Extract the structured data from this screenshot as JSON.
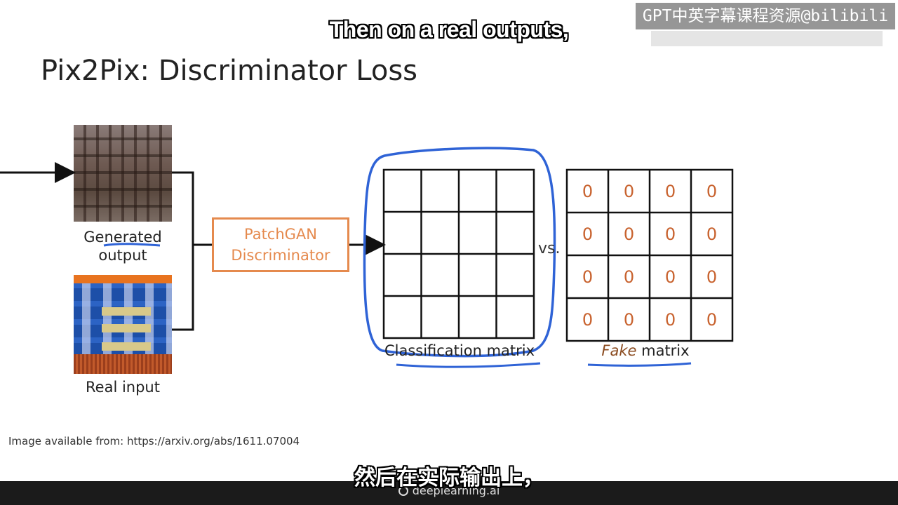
{
  "watermark": {
    "text": "GPT中英字幕课程资源@bilibili"
  },
  "subtitles": {
    "english": "Then on a real outputs,",
    "chinese": "然后在实际输出上，"
  },
  "slide": {
    "title": "Pix2Pix: Discriminator Loss",
    "generated_label_1": "Generated",
    "generated_label_2": "output",
    "real_label": "Real input",
    "patchgan_line1": "PatchGAN",
    "patchgan_line2": "Discriminator",
    "vs": "vs.",
    "classification_label": "Classification matrix",
    "fake_label_italic": "Fake",
    "fake_label_rest": " matrix",
    "credit": "Image available from: https://arxiv.org/abs/1611.07004",
    "fake_matrix": [
      [
        "0",
        "0",
        "0",
        "0"
      ],
      [
        "0",
        "0",
        "0",
        "0"
      ],
      [
        "0",
        "0",
        "0",
        "0"
      ],
      [
        "0",
        "0",
        "0",
        "0"
      ]
    ]
  },
  "footer": {
    "logo_text": "deeplearning.ai"
  },
  "colors": {
    "accent_orange": "#e58a4e",
    "annotation_blue": "#2f63d6",
    "zero_color": "#c8622e"
  }
}
